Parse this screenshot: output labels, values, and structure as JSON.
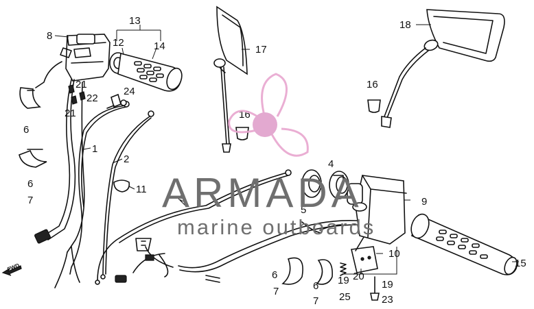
{
  "watermark": {
    "brand": "ARMADA",
    "tagline": "marine outboards",
    "logo_color": "#e8a6cf",
    "logo_center_color": "#e0a0cc",
    "text_color": "#6f6f6f"
  },
  "direction_label": "FWD",
  "callouts": [
    "1",
    "2",
    "3",
    "4",
    "5",
    "6",
    "7",
    "8",
    "9",
    "10",
    "11",
    "12",
    "13",
    "14",
    "15",
    "16",
    "17",
    "18",
    "19",
    "20",
    "21",
    "22",
    "23",
    "24",
    "25"
  ]
}
